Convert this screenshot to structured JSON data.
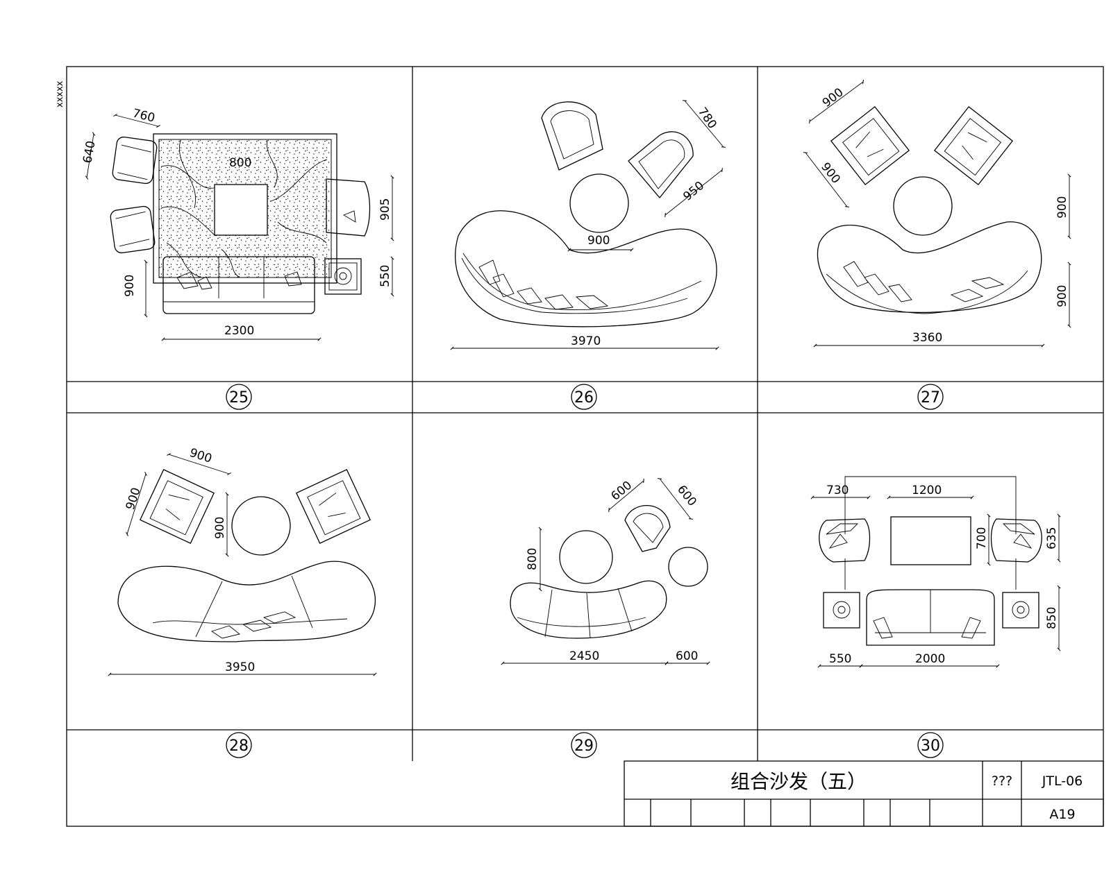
{
  "sheet": {
    "corner_mark": "xxxxx",
    "title": "组合沙发（五）",
    "code_label": "???",
    "drawing_code": "JTL-06",
    "sheet_number": "A19"
  },
  "panels": [
    {
      "number": "25",
      "dims": {
        "d760": "760",
        "d640": "640",
        "d800": "800",
        "d905": "905",
        "d550": "550",
        "d900": "900",
        "d2300": "2300"
      }
    },
    {
      "number": "26",
      "dims": {
        "d780": "780",
        "d950": "950",
        "d900": "900",
        "d3970": "3970"
      }
    },
    {
      "number": "27",
      "dims": {
        "d900a": "900",
        "d900b": "900",
        "d900c": "900",
        "d900d": "900",
        "d3360": "3360"
      }
    },
    {
      "number": "28",
      "dims": {
        "d900a": "900",
        "d900b": "900",
        "d900c": "900",
        "d3950": "3950"
      }
    },
    {
      "number": "29",
      "dims": {
        "d600a": "600",
        "d600b": "600",
        "d800": "800",
        "d2450": "2450",
        "d600c": "600"
      }
    },
    {
      "number": "30",
      "dims": {
        "d730": "730",
        "d1200": "1200",
        "d700": "700",
        "d635": "635",
        "d850": "850",
        "d550": "550",
        "d2000": "2000"
      }
    }
  ]
}
